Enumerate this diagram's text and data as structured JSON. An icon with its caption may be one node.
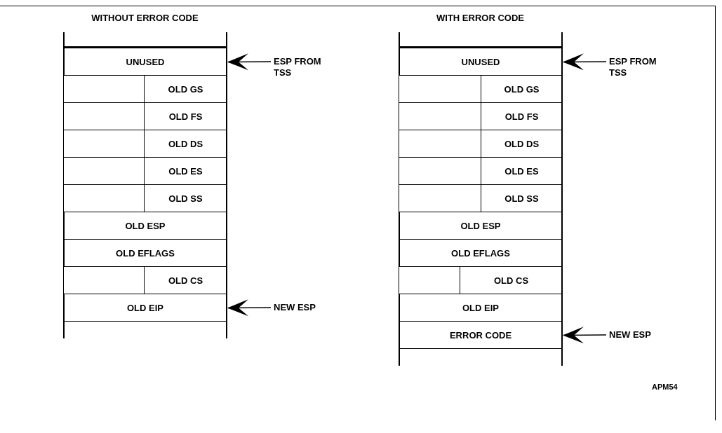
{
  "diagram": {
    "nodes": [
      {
        "text": [
          "WITHOUT ERROR CODE"
        ]
      },
      {
        "text": [
          "UNUSED"
        ],
        "in": 0
      },
      {
        "text": [],
        "shape": "box",
        "in": 0
      },
      {
        "text": [
          "OLD GS"
        ],
        "in": 0
      },
      {
        "text": [],
        "shape": "box",
        "in": 0
      },
      {
        "text": [
          "OLD FS"
        ],
        "in": 0
      },
      {
        "text": [],
        "shape": "box",
        "in": 0
      },
      {
        "text": [
          "OLD DS"
        ],
        "in": 0
      },
      {
        "text": [],
        "shape": "box",
        "in": 0
      },
      {
        "text": [
          "OLD ES"
        ],
        "in": 0
      },
      {
        "text": [],
        "shape": "box",
        "in": 0
      },
      {
        "text": [
          "OLD SS"
        ],
        "in": 0
      },
      {
        "text": [
          "OLD ESP"
        ],
        "in": 0
      },
      {
        "text": [
          "OLD EFLAGS"
        ],
        "in": 0
      },
      {
        "text": [],
        "shape": "box",
        "in": 0
      },
      {
        "text": [
          "OLD CS"
        ],
        "in": 0
      },
      {
        "text": [
          "OLD EIP"
        ],
        "in": 0
      },
      {
        "text": [
          "ESP FROM TSS"
        ]
      },
      {
        "text": [
          "NEW ESP"
        ]
      },
      {
        "text": [
          "WITH ERROR CODE"
        ]
      },
      {
        "text": [
          "UNUSED"
        ],
        "in": 19
      },
      {
        "text": [],
        "shape": "box",
        "in": 19
      },
      {
        "text": [
          "OLD GS"
        ],
        "in": 19
      },
      {
        "text": [],
        "shape": "box",
        "in": 19
      },
      {
        "text": [
          "OLD FS"
        ],
        "in": 19
      },
      {
        "text": [],
        "shape": "box",
        "in": 19
      },
      {
        "text": [
          "OLD DS"
        ],
        "in": 19
      },
      {
        "text": [],
        "shape": "box",
        "in": 19
      },
      {
        "text": [
          "OLD ES"
        ],
        "in": 19
      },
      {
        "text": [],
        "shape": "box",
        "in": 19
      },
      {
        "text": [
          "OLD SS"
        ],
        "in": 19
      },
      {
        "text": [
          "OLD ESP"
        ],
        "in": 19
      },
      {
        "text": [
          "OLD EFLAGS"
        ],
        "in": 19
      },
      {
        "text": [],
        "shape": "box",
        "in": 19
      },
      {
        "text": [
          "OLD CS"
        ],
        "in": 19
      },
      {
        "text": [
          "OLD EIP"
        ],
        "in": 19
      },
      {
        "text": [
          "ERROR CODE"
        ],
        "in": 19
      },
      {
        "text": [
          "ESP FROM TSS"
        ]
      },
      {
        "text": [
          "NEW ESP"
        ]
      }
    ],
    "edges": [
      {
        "from": 17,
        "to": 1,
        "arrow": "to"
      },
      {
        "from": 18,
        "to": 16,
        "arrow": "to"
      },
      {
        "from": 37,
        "to": 20,
        "arrow": "to"
      },
      {
        "from": 38,
        "to": 36,
        "arrow": "to"
      }
    ],
    "labels": [
      "APM54"
    ]
  }
}
